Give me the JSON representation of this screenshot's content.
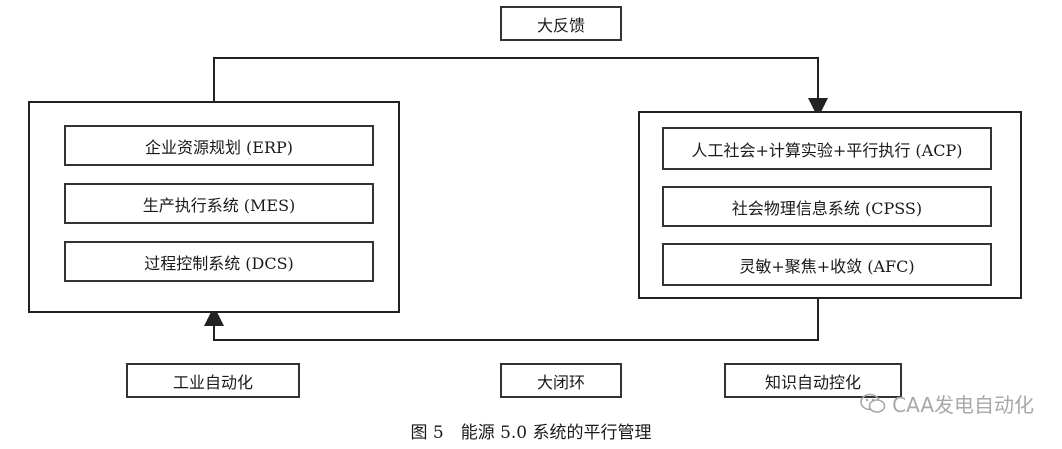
{
  "top_label": "大反馈",
  "left_group": {
    "items": [
      "企业资源规划 (ERP)",
      "生产执行系统 (MES)",
      "过程控制系统 (DCS)"
    ]
  },
  "right_group": {
    "items": [
      "人工社会+计算实验+平行执行 (ACP)",
      "社会物理信息系统 (CPSS)",
      "灵敏+聚焦+收敛 (AFC)"
    ]
  },
  "bottom_labels": {
    "left": "工业自动化",
    "center": "大闭环",
    "right": "知识自动控化"
  },
  "caption": "图 5　能源 5.0 系统的平行管理",
  "watermark": "CAA发电自动化"
}
